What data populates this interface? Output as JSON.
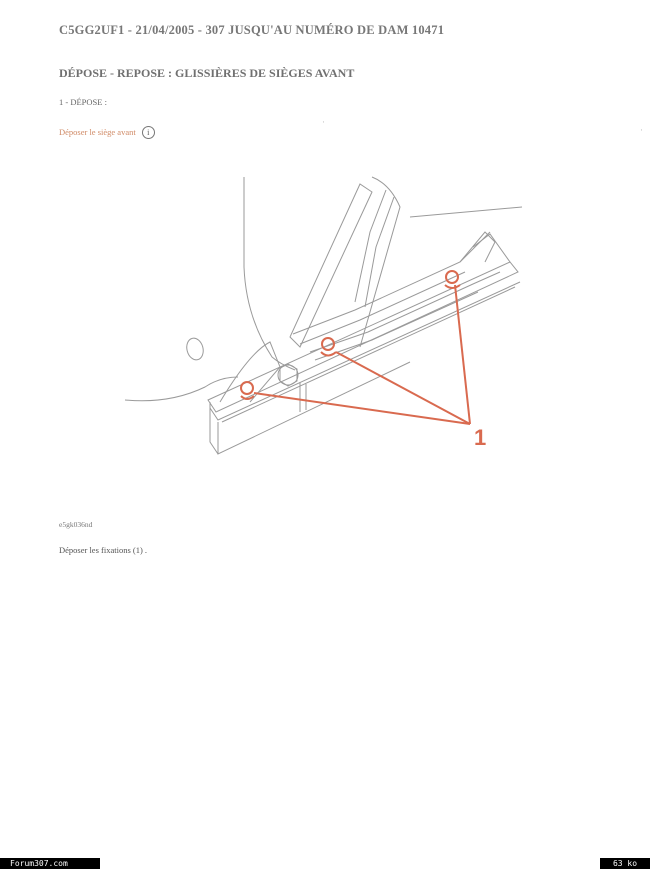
{
  "document": {
    "header": "C5GG2UF1 - 21/04/2005 - 307 JUSQU'AU NUMÉRO DE DAM 10471",
    "section_title": "DÉPOSE - REPOSE : GLISSIÈRES DE SIÈGES AVANT",
    "step_heading": "1 - DÉPOSE :",
    "action_link": "Déposer le siège avant",
    "info_icon_glyph": "i",
    "figure_callout": "1",
    "figure_ref": "e5gk036nd",
    "instruction": "Déposer les fixations (1) ."
  },
  "footer": {
    "site": "Forum307.com",
    "size": "63 ko"
  },
  "colors": {
    "accent": "#d96a4f",
    "link": "#d08a66"
  },
  "icons": {
    "info": "info-icon"
  }
}
